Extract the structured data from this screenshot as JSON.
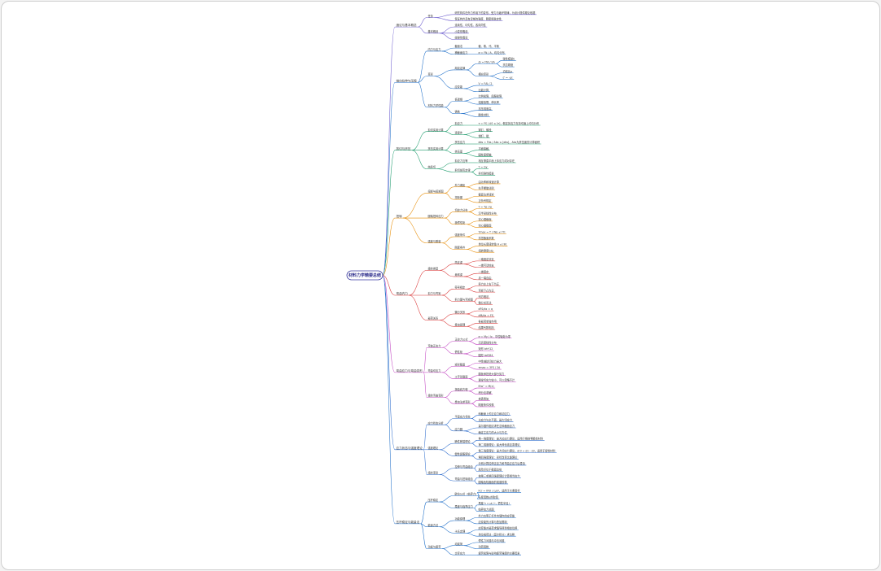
{
  "root": {
    "label": "材料力学精要总结"
  },
  "branches": [
    {
      "label": "绪论与基本概念",
      "color": "#6a5acd",
      "children": [
        {
          "label": "任务",
          "children": [
            {
              "label": "研究构件在外力作用下的变形、受力与破坏规律，为设计提供理论依据"
            },
            {
              "label": "保证构件具有足够的强度、刚度和稳定性"
            }
          ]
        },
        {
          "label": "基本假设",
          "children": [
            {
              "label": "连续性、均匀性、各向同性"
            },
            {
              "label": "小变形假设"
            },
            {
              "label": "线弹性假设"
            }
          ]
        }
      ]
    },
    {
      "label": "轴向拉伸与压缩",
      "color": "#1e6ec8",
      "children": [
        {
          "label": "内力与应力",
          "children": [
            {
              "label": "截面法",
              "children": [
                {
                  "label": "截、取、代、平衡"
                }
              ]
            },
            {
              "label": "横截面应力",
              "children": [
                {
                  "label": "σ = FN / A，均匀分布"
                }
              ]
            }
          ]
        },
        {
          "label": "变形",
          "children": [
            {
              "label": "胡克定律",
              "children": [
                {
                  "label": "Δl = FNl / EA",
                  "children": [
                    {
                      "label": "弹性模量E"
                    },
                    {
                      "label": "抗拉刚度"
                    }
                  ]
                },
                {
                  "label": "横向变形",
                  "children": [
                    {
                      "label": "泊松比μ"
                    },
                    {
                      "label": "ε' = -με"
                    }
                  ]
                }
              ]
            },
            {
              "label": "应变能",
              "children": [
                {
                  "label": "V = FΔl / 2"
                },
                {
                  "label": "比能计算"
                }
              ]
            }
          ]
        },
        {
          "label": "材料力学性能",
          "children": [
            {
              "label": "低碳钢",
              "children": [
                {
                  "label": "比例极限、屈服极限"
                },
                {
                  "label": "强度极限、伸长率"
                }
              ]
            },
            {
              "label": "铸铁",
              "children": [
                {
                  "label": "抗压强度高"
                },
                {
                  "label": "脆性材料"
                }
              ]
            }
          ]
        }
      ]
    },
    {
      "label": "剪切与挤压",
      "color": "#1a9a6a",
      "children": [
        {
          "label": "剪切实用计算",
          "children": [
            {
              "label": "剪应力",
              "children": [
                {
                  "label": "τ = FS / AS ≤ [τ]，假定剪应力在剪切面上均匀分布"
                }
              ]
            },
            {
              "label": "连接件",
              "children": [
                {
                  "label": "铆钉、螺栓"
                },
                {
                  "label": "销钉、键"
                }
              ]
            }
          ]
        },
        {
          "label": "挤压实用计算",
          "children": [
            {
              "label": "挤压应力",
              "children": [
                {
                  "label": "σbs = Fbs / Abs ≤ [σbs]，Abs为挤压面的计算面积"
                }
              ]
            },
            {
              "label": "挤压面",
              "children": [
                {
                  "label": "平面接触"
                },
                {
                  "label": "圆柱面接触"
                }
              ]
            }
          ]
        },
        {
          "label": "纯剪切",
          "children": [
            {
              "label": "剪应力互等",
              "children": [
                {
                  "label": "相互垂直平面上剪应力成对存在"
                }
              ]
            },
            {
              "label": "剪切胡克定律",
              "children": [
                {
                  "label": "τ = Gγ"
                },
                {
                  "label": "剪切弹性模量"
                }
              ]
            }
          ]
        }
      ]
    },
    {
      "label": "扭转",
      "color": "#e68a00",
      "children": [
        {
          "label": "扭矩与扭矩图",
          "children": [
            {
              "label": "外力偶矩",
              "children": [
                {
                  "label": "由功率和转速计算"
                },
                {
                  "label": "右手螺旋法则"
                }
              ]
            },
            {
              "label": "扭矩图",
              "children": [
                {
                  "label": "截面法求扭矩"
                },
                {
                  "label": "正负号规定"
                }
              ]
            }
          ]
        },
        {
          "label": "圆轴扭转应力",
          "children": [
            {
              "label": "切应力分布",
              "children": [
                {
                  "label": "τ = Tρ / Ip"
                },
                {
                  "label": "沿半径线性分布"
                }
              ]
            },
            {
              "label": "极惯性矩",
              "children": [
                {
                  "label": "实心圆截面"
                },
                {
                  "label": "空心圆截面"
                }
              ]
            }
          ]
        },
        {
          "label": "强度与刚度",
          "children": [
            {
              "label": "强度条件",
              "children": [
                {
                  "label": "τmax = T / Wp ≤ [τ]"
                },
                {
                  "label": "抗扭截面系数"
                }
              ]
            },
            {
              "label": "刚度条件",
              "children": [
                {
                  "label": "单位长度扭转角 θ ≤ [θ]"
                },
                {
                  "label": "扭转刚度GIp"
                }
              ]
            }
          ]
        }
      ]
    },
    {
      "label": "弯曲内力",
      "color": "#d83030",
      "children": [
        {
          "label": "梁的类型",
          "children": [
            {
              "label": "简支梁",
              "children": [
                {
                  "label": "一端固定铰支"
                },
                {
                  "label": "一端可动铰支"
                }
              ]
            },
            {
              "label": "悬臂梁",
              "children": [
                {
                  "label": "一端固定"
                },
                {
                  "label": "另一端自由"
                }
              ]
            }
          ]
        },
        {
          "label": "剪力与弯矩",
          "children": [
            {
              "label": "符号规定",
              "children": [
                {
                  "label": "剪力左上右下为正"
                },
                {
                  "label": "弯矩下凸为正"
                }
              ]
            },
            {
              "label": "剪力图与弯矩图",
              "children": [
                {
                  "label": "列方程法"
                },
                {
                  "label": "微分关系法"
                }
              ]
            }
          ]
        },
        {
          "label": "载荷关系",
          "children": [
            {
              "label": "微分关系",
              "children": [
                {
                  "label": "dFS/dx = q"
                },
                {
                  "label": "dM/dx = FS"
                }
              ]
            },
            {
              "label": "叠加原理",
              "children": [
                {
                  "label": "各载荷单独作用"
                },
                {
                  "label": "结果代数相加"
                }
              ]
            }
          ]
        }
      ]
    },
    {
      "label": "弯曲应力与弯曲变形",
      "color": "#c040c0",
      "children": [
        {
          "label": "弯曲正应力",
          "children": [
            {
              "label": "正应力公式",
              "children": [
                {
                  "label": "σ = My / Iz，中性轴处为零"
                },
                {
                  "label": "沿高度线性分布"
                }
              ]
            },
            {
              "label": "惯性矩",
              "children": [
                {
                  "label": "矩形 bh³/12"
                },
                {
                  "label": "圆形 πd⁴/64"
                }
              ]
            }
          ]
        },
        {
          "label": "弯曲切应力",
          "children": [
            {
              "label": "矩形截面",
              "children": [
                {
                  "label": "中性轴处切应力最大"
                },
                {
                  "label": "τmax = 3FS / 2A"
                }
              ]
            },
            {
              "label": "工字形截面",
              "children": [
                {
                  "label": "腹板承担绝大部分剪力"
                },
                {
                  "label": "翼缘切应力较小，可以忽略不计"
                }
              ]
            }
          ]
        },
        {
          "label": "梁的弯曲变形",
          "children": [
            {
              "label": "挠曲线方程",
              "children": [
                {
                  "label": "EIw'' = M(x)"
                },
                {
                  "label": "积分法求解"
                }
              ]
            },
            {
              "label": "叠加法求变形",
              "children": [
                {
                  "label": "查表叠加"
                },
                {
                  "label": "刚度条件校核"
                }
              ]
            }
          ]
        }
      ]
    },
    {
      "label": "应力状态与强度理论",
      "color": "#2a6acc",
      "children": [
        {
          "label": "应力状态分析",
          "children": [
            {
              "label": "平面应力状态",
              "children": [
                {
                  "label": "斜截面上的正应力和切应力"
                },
                {
                  "label": "主应力与主平面，最大切应力"
                }
              ]
            },
            {
              "label": "应力圆",
              "children": [
                {
                  "label": "莫尔圆作图法求任意斜截面应力"
                },
                {
                  "label": "确定主应力的大小与方位"
                }
              ]
            }
          ]
        },
        {
          "label": "强度理论",
          "children": [
            {
              "label": "脆性断裂理论",
              "children": [
                {
                  "label": "第一强度理论：最大拉应力理论，适用于铸铁等脆性材料"
                },
                {
                  "label": "第二强度理论：最大伸长线应变理论"
                }
              ]
            },
            {
              "label": "塑性屈服理论",
              "children": [
                {
                  "label": "第三强度理论：最大切应力理论，σr3 = σ1 - σ3，适用于塑性材料"
                },
                {
                  "label": "第四强度理论：形状改变比能理论"
                }
              ]
            }
          ]
        },
        {
          "label": "组合变形",
          "children": [
            {
              "label": "拉伸与弯曲组合",
              "children": [
                {
                  "label": "分别计算拉伸正应力和弯曲正应力后叠加"
                },
                {
                  "label": "危险点位于截面边缘"
                }
              ]
            },
            {
              "label": "弯曲与扭转组合",
              "children": [
                {
                  "label": "按第三或第四强度理论计算相当应力"
                },
                {
                  "label": "圆轴危险截面的强度校核"
                }
              ]
            }
          ]
        }
      ]
    },
    {
      "label": "压杆稳定与能量法",
      "color": "#1e6ec8",
      "children": [
        {
          "label": "压杆稳定",
          "children": [
            {
              "label": "欧拉公式（临界力）",
              "children": [
                {
                  "label": "Fcr = π²EI / (μl)²，适用于大柔度杆"
                },
                {
                  "label": "长度因数μ的取值"
                }
              ]
            },
            {
              "label": "柔度与临界应力",
              "children": [
                {
                  "label": "柔度 λ = μl / i，惯性半径 i"
                },
                {
                  "label": "临界应力总图"
                }
              ]
            }
          ]
        },
        {
          "label": "能量方法",
          "children": [
            {
              "label": "功能原理",
              "children": [
                {
                  "label": "外力功等于杆件内储存的应变能"
                },
                {
                  "label": "应变能的计算与叠加限制"
                }
              ]
            },
            {
              "label": "卡氏定理",
              "children": [
                {
                  "label": "应变能对载荷求偏导得到相应位移"
                },
                {
                  "label": "单位载荷法（莫尔积分）求位移"
                }
              ]
            }
          ]
        },
        {
          "label": "动载与疲劳",
          "children": [
            {
              "label": "动载荷",
              "children": [
                {
                  "label": "惯性力问题与冲击问题"
                },
                {
                  "label": "动荷因数"
                }
              ]
            },
            {
              "label": "交变应力",
              "children": [
                {
                  "label": "疲劳极限与影响疲劳强度的主要因素"
                }
              ]
            }
          ]
        }
      ]
    }
  ]
}
